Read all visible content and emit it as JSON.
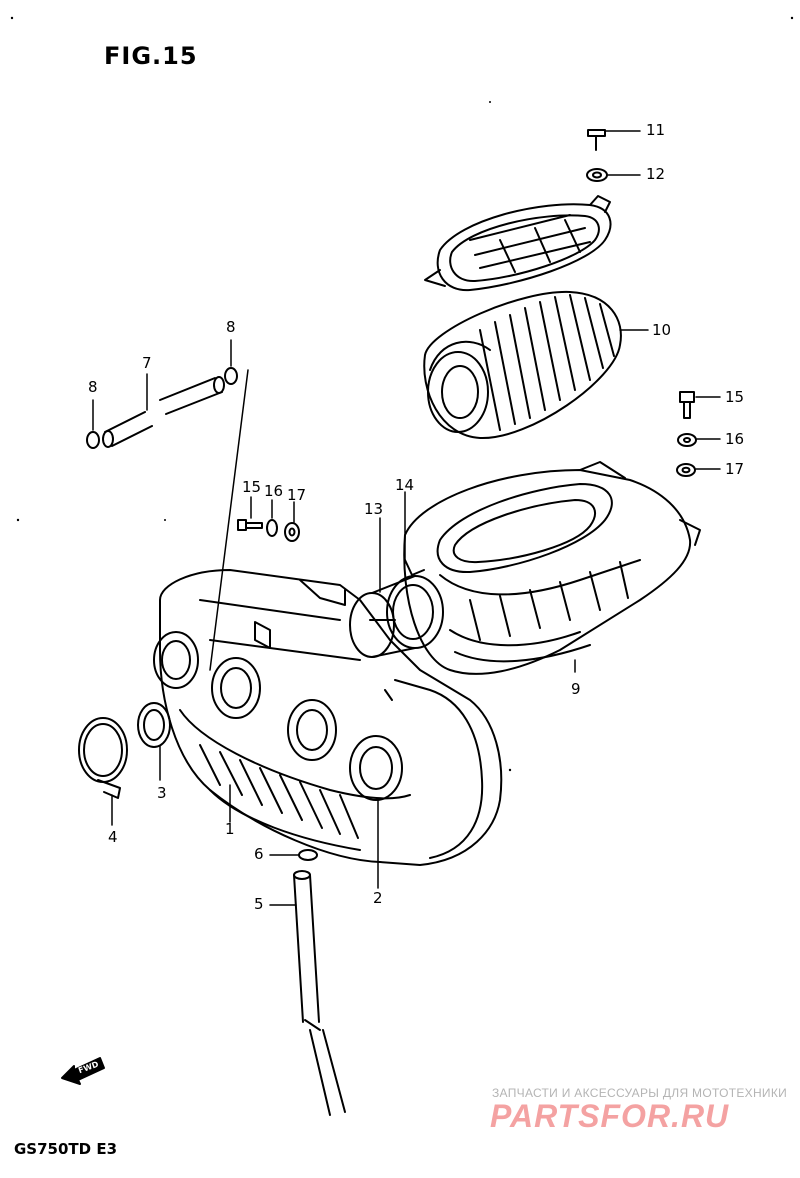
{
  "figure": {
    "title": "FIG.15",
    "model": "GS750TD E3"
  },
  "labels": [
    {
      "id": "11",
      "text": "11"
    },
    {
      "id": "12",
      "text": "12"
    },
    {
      "id": "10",
      "text": "10"
    },
    {
      "id": "15a",
      "text": "15"
    },
    {
      "id": "16a",
      "text": "16"
    },
    {
      "id": "17a",
      "text": "17"
    },
    {
      "id": "8a",
      "text": "8"
    },
    {
      "id": "7",
      "text": "7"
    },
    {
      "id": "8b",
      "text": "8"
    },
    {
      "id": "15b",
      "text": "15"
    },
    {
      "id": "16b",
      "text": "16"
    },
    {
      "id": "17b",
      "text": "17"
    },
    {
      "id": "13",
      "text": "13"
    },
    {
      "id": "14",
      "text": "14"
    },
    {
      "id": "9",
      "text": "9"
    },
    {
      "id": "3",
      "text": "3"
    },
    {
      "id": "4",
      "text": "4"
    },
    {
      "id": "1",
      "text": "1"
    },
    {
      "id": "6",
      "text": "6"
    },
    {
      "id": "5",
      "text": "5"
    },
    {
      "id": "2",
      "text": "2"
    }
  ],
  "direction_marker": "FWD",
  "watermark": {
    "subtitle": "ЗАПЧАСТИ И АКСЕССУАРЫ ДЛЯ МОТОТЕХНИКИ",
    "brand": "PARTSFOR.RU"
  }
}
